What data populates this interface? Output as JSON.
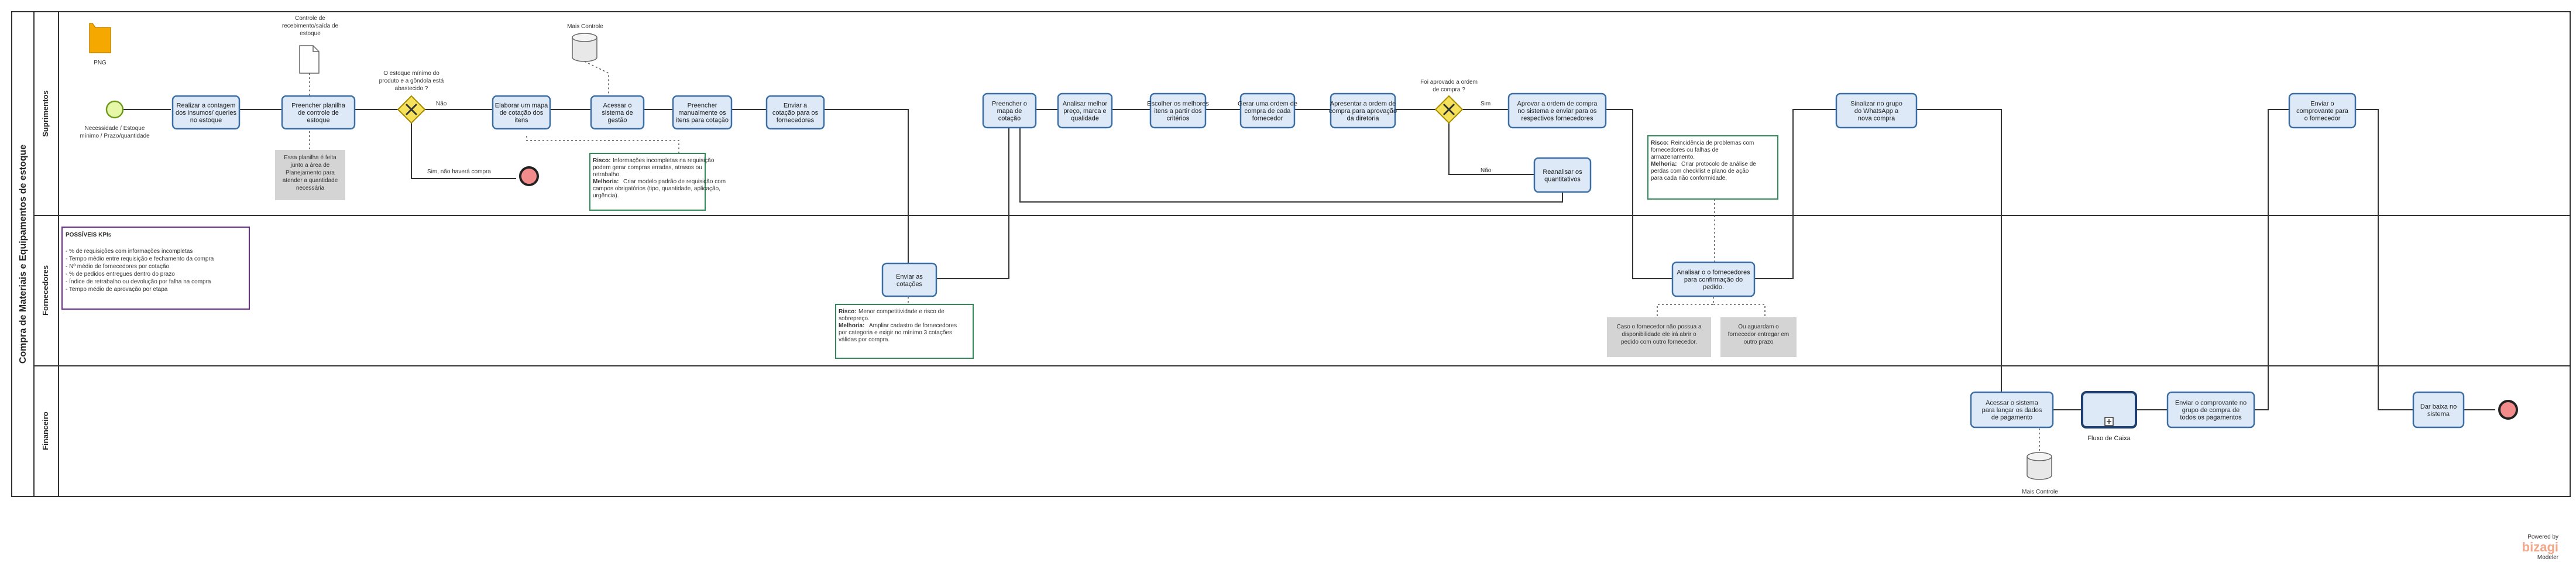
{
  "pool": {
    "title": "Compra de Materiais e Equipamentos de estoque"
  },
  "lanes": [
    {
      "id": "sup",
      "label": "Suprimentos"
    },
    {
      "id": "forn",
      "label": "Fornecedores"
    },
    {
      "id": "fin",
      "label": "Financeiro"
    }
  ],
  "start_label": [
    "Necessidade / Estoque",
    "mínimo / Prazo/quantidade"
  ],
  "artifacts": {
    "png": "PNG",
    "doc_label": [
      "Controle de",
      "recebimento/saída de",
      "estoque"
    ],
    "db_top": "Mais Controle",
    "db_bottom": "Mais Controle"
  },
  "tasks": [
    {
      "key": "t1",
      "lines": [
        "Realizar a contagem",
        "dos insumos/ queries",
        "no estoque"
      ]
    },
    {
      "key": "t2",
      "lines": [
        "Preencher planilha",
        "de controle de",
        "estoque"
      ]
    },
    {
      "key": "t3",
      "lines": [
        "Elaborar um mapa",
        "de cotação dos",
        "itens"
      ]
    },
    {
      "key": "t4",
      "lines": [
        "Acessar o",
        "sistema de",
        "gestão"
      ]
    },
    {
      "key": "t5",
      "lines": [
        "Preencher",
        "manualmente os",
        "itens para cotação"
      ]
    },
    {
      "key": "t6",
      "lines": [
        "Enviar a",
        "cotação para os",
        "fornecedores"
      ]
    },
    {
      "key": "t7",
      "lines": [
        "Enviar as",
        "cotações"
      ]
    },
    {
      "key": "t8",
      "lines": [
        "Preencher o",
        "mapa de",
        "cotação"
      ]
    },
    {
      "key": "t9",
      "lines": [
        "Analisar melhor",
        "preço, marca e",
        "qualidade"
      ]
    },
    {
      "key": "t10",
      "lines": [
        "Escolher os melhores",
        "itens a partir dos",
        "critérios"
      ]
    },
    {
      "key": "t11",
      "lines": [
        "Gerar uma ordem de",
        "compra de cada",
        "fornecedor"
      ]
    },
    {
      "key": "t12",
      "lines": [
        "Apresentar a ordem de",
        "compra para aprovação",
        "da diretoria"
      ]
    },
    {
      "key": "t13",
      "lines": [
        "Aprovar a ordem de compra",
        "no sistema e enviar para os",
        "respectivos fornecedores"
      ]
    },
    {
      "key": "t14",
      "lines": [
        "Reanalisar os",
        "quantitativos"
      ]
    },
    {
      "key": "t15",
      "lines": [
        "Analisar o o fornecedores",
        "para confirmação do",
        "pedido."
      ]
    },
    {
      "key": "t16",
      "lines": [
        "Sinalizar no grupo",
        "do WhatsApp a",
        "nova compra"
      ]
    },
    {
      "key": "t17",
      "lines": [
        "Acessar o sistema",
        "para lançar os dados",
        "de pagamento"
      ]
    },
    {
      "key": "t18",
      "lines": [
        "Enviar o comprovante no",
        "grupo de compra de",
        "todos os pagamentos"
      ]
    },
    {
      "key": "t19",
      "lines": [
        "Enviar o",
        "comprovante para",
        "o fornecedor"
      ]
    },
    {
      "key": "t20",
      "lines": [
        "Dar baixa no",
        "sistema"
      ]
    }
  ],
  "subprocess_label": "Fluxo de Caixa",
  "gateways": {
    "g1_label": [
      "O estoque mínimo do",
      "produto e a gôndola está",
      "abastecido ?"
    ],
    "g1_no": "Não",
    "g1_yes": "Sim, não haverá compra",
    "g2_label": [
      "Foi aprovado a ordem",
      "de compra ?"
    ],
    "g2_yes": "Sim",
    "g2_no": "Não"
  },
  "notes": {
    "grey1": [
      "Essa planilha é feita",
      "junto a área de",
      "Planejamento para",
      "atender a quantidade",
      "necessária"
    ],
    "green1": {
      "risk_label": "Risco:",
      "risk": [
        "Informações incompletas na requisição",
        "podem gerar compras erradas, atrasos ou",
        "retrabalho."
      ],
      "improve_label": "Melhoria:",
      "improve": [
        "Criar modelo padrão de requisição com",
        "campos obrigatórios (tipo, quantidade, aplicação,",
        "urgência)."
      ]
    },
    "green2": {
      "risk_label": "Risco:",
      "risk": [
        "Menor competitividade e risco de",
        "sobrepreço."
      ],
      "improve_label": "Melhoria:",
      "improve": [
        "Ampliar cadastro de fornecedores",
        "por categoria e exigir no mínimo 3 cotações",
        "válidas por compra."
      ]
    },
    "green3": {
      "risk_label": "Risco:",
      "risk": [
        "Reincidência de problemas com",
        "fornecedores ou falhas de",
        "armazenamento."
      ],
      "improve_label": "Melhoria:",
      "improve": [
        "Criar protocolo de análise de",
        "perdas com checklist e plano de ação",
        "para cada não conformidade."
      ]
    },
    "grey2": [
      "Caso o fornecedor não possua a",
      "disponibilidade ele irá abrir o",
      "pedido com outro fornecedor."
    ],
    "grey3": [
      "Ou aguardam o",
      "fornecedor entregar em",
      "outro prazo"
    ],
    "kpi_title": "POSSÍVEIS KPIs",
    "kpi_lines": [
      "- % de requisições com informações incompletas",
      "- Tempo médio entre requisição e fechamento da compra",
      "- Nº médio de fornecedores por cotação",
      "- % de pedidos entregues dentro do prazo",
      "- Índice de retrabalho ou devolução por falha na compra",
      "- Tempo médio de aprovação por etapa"
    ]
  },
  "brand": {
    "top": "Powered by",
    "name": "bizagi",
    "sub": "Modeler"
  }
}
